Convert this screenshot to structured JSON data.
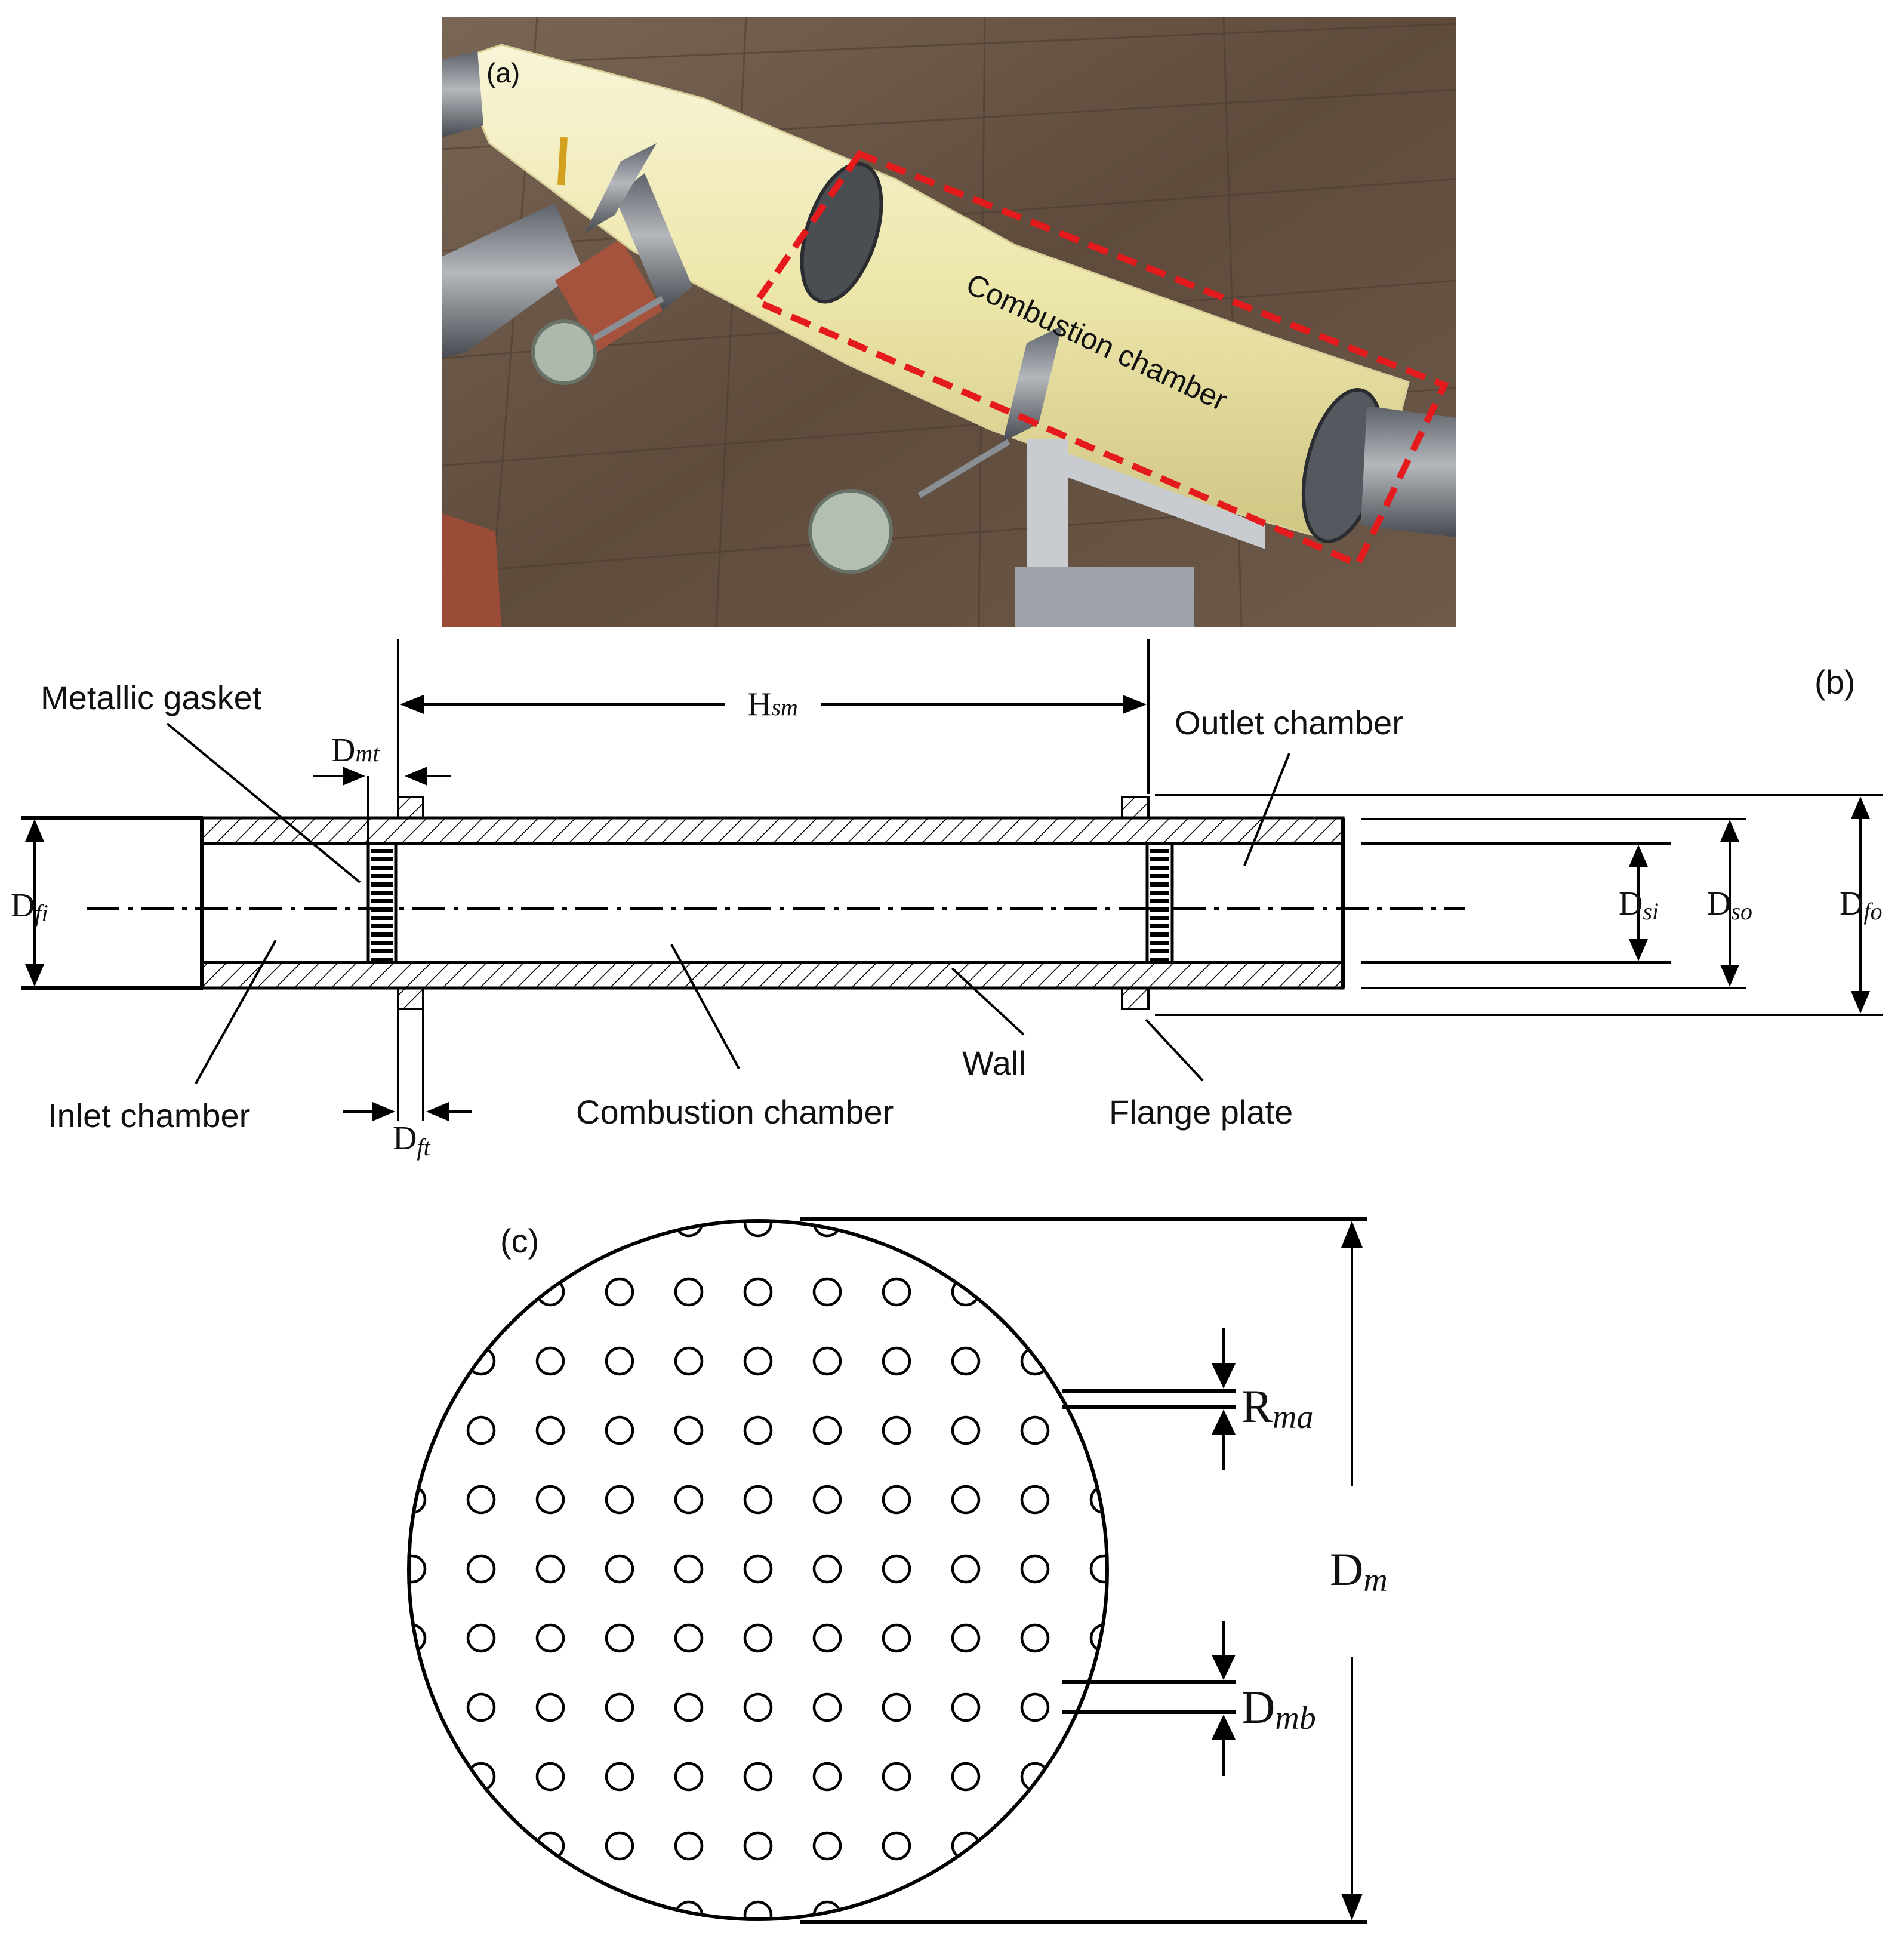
{
  "figure": {
    "panel_a": {
      "letter": "(a)",
      "highlight_label": "Combustion chamber",
      "colors": {
        "highlight_box": "#e41a1c",
        "insulation": "#efe9b6",
        "ground": "#6b5746",
        "steel": "#8e9298"
      }
    },
    "panel_b": {
      "letter": "(b)",
      "labels": {
        "metallic_gasket": "Metallic gasket",
        "outlet_chamber": "Outlet chamber",
        "inlet_chamber": "Inlet chamber",
        "combustion_chamber": "Combustion chamber",
        "wall": "Wall",
        "flange_plate": "Flange plate"
      },
      "dimensions": {
        "H_sm": {
          "main": "H",
          "sub": "sm"
        },
        "D_mt": {
          "main": "D",
          "sub": "mt"
        },
        "D_ft": {
          "main": "D",
          "sub": "ft"
        },
        "D_fi": {
          "main": "D",
          "sub": "fi"
        },
        "D_si": {
          "main": "D",
          "sub": "si"
        },
        "D_so": {
          "main": "D",
          "sub": "so"
        },
        "D_fo": {
          "main": "D",
          "sub": "fo"
        }
      }
    },
    "panel_c": {
      "letter": "(c)",
      "dimensions": {
        "R_ma": {
          "main": "R",
          "sub": "ma"
        },
        "D_m": {
          "main": "D",
          "sub": "m"
        },
        "D_mb": {
          "main": "D",
          "sub": "mb"
        }
      }
    }
  }
}
